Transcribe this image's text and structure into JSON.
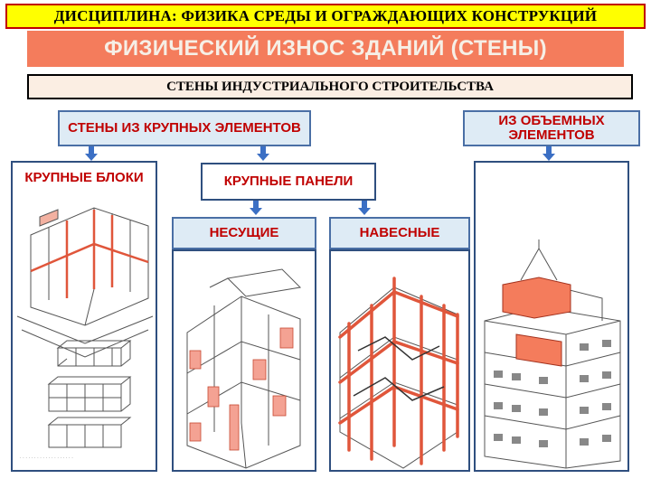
{
  "header": {
    "discipline": "ДИСЦИПЛИНА: ФИЗИКА СРЕДЫ И ОГРАЖДАЮЩИХ КОНСТРУКЦИЙ"
  },
  "title": "ФИЗИЧЕСКИЙ ИЗНОС ЗДАНИЙ (СТЕНЫ)",
  "subtitle": "СТЕНЫ ИНДУСТРИАЛЬНОГО СТРОИТЕЛЬСТВА",
  "nodes": {
    "large_elements": "СТЕНЫ ИЗ КРУПНЫХ ЭЛЕМЕНТОВ",
    "volumetric": "ИЗ ОБЪЕМНЫХ ЭЛЕМЕНТОВ",
    "large_blocks": "КРУПНЫЕ БЛОКИ",
    "large_panels": "КРУПНЫЕ ПАНЕЛИ",
    "load_bearing": "НЕСУЩИЕ",
    "curtain": "НАВЕСНЫЕ"
  },
  "colors": {
    "title_bg": "#f47c5c",
    "header_bg": "#ffff00",
    "accent": "#c00000",
    "node_bg": "#deebf5",
    "arrow": "#3b6fc4"
  }
}
